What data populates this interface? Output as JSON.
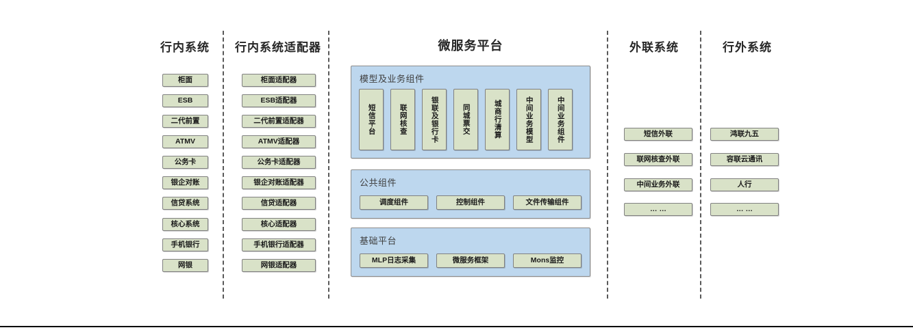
{
  "diagram": {
    "columns": [
      {
        "id": "in-bank-systems",
        "title": "行内系统",
        "items": [
          "柜面",
          "ESB",
          "二代前置",
          "ATMV",
          "公务卡",
          "银企对账",
          "信贷系统",
          "核心系统",
          "手机银行",
          "网银"
        ]
      },
      {
        "id": "in-bank-adapters",
        "title": "行内系统适配器",
        "items": [
          "柜面适配器",
          "ESB适配器",
          "二代前置适配器",
          "ATMV适配器",
          "公务卡适配器",
          "银企对账适配器",
          "信贷适配器",
          "核心适配器",
          "手机银行适配器",
          "网银适配器"
        ]
      },
      {
        "id": "microservice-platform",
        "title": "微服务平台"
      },
      {
        "id": "external-link-systems",
        "title": "外联系统",
        "items": [
          "短信外联",
          "联网核查外联",
          "中间业务外联",
          "… …"
        ]
      },
      {
        "id": "outside-bank-systems",
        "title": "行外系统",
        "items": [
          "鸿联九五",
          "容联云通讯",
          "人行",
          "… …"
        ]
      }
    ],
    "platform": {
      "panels": [
        {
          "id": "model-business-components",
          "label": "模型及业务组件",
          "orientation": "vertical",
          "items": [
            "短信平台",
            "联网核查",
            "银联及银行卡",
            "同城票交",
            "城商行清算",
            "中间业务模型",
            "中间业务组件"
          ]
        },
        {
          "id": "public-components",
          "label": "公共组件",
          "orientation": "horizontal",
          "items": [
            "调度组件",
            "控制组件",
            "文件传输组件"
          ]
        },
        {
          "id": "base-platform",
          "label": "基础平台",
          "orientation": "horizontal",
          "items": [
            "MLP日志采集",
            "微服务框架",
            "Mons监控"
          ]
        }
      ]
    },
    "colors": {
      "node_fill": "#d9e2c8",
      "node_border": "#808080",
      "panel_fill": "#bdd7ee",
      "panel_border": "#8c8c8c",
      "divider": "#595959",
      "text": "#1a1a1a"
    }
  }
}
